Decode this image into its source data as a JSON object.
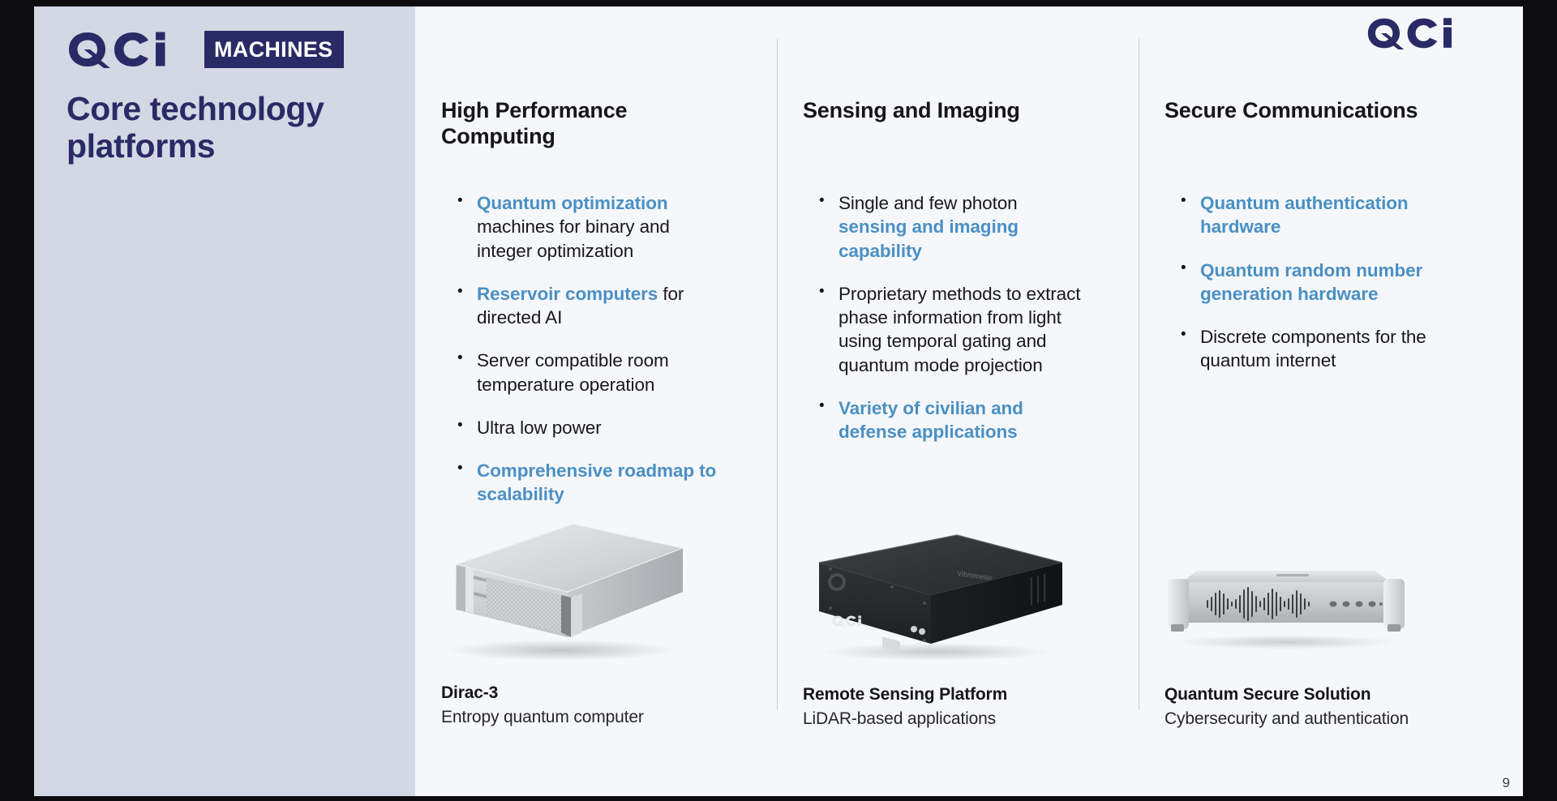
{
  "brand": {
    "logo_mark": "qci-logo",
    "machines_label": "MACHINES",
    "corner_logo": "qci-logo",
    "navy": "#2a2a66",
    "accent_blue": "#4a90c4",
    "panel_bg": "#d3d8e4",
    "slide_bg": "#f6f7fa"
  },
  "panel": {
    "title": "Core technology platforms"
  },
  "page_number": "9",
  "columns": [
    {
      "heading": "High Performance Computing",
      "bullets": [
        {
          "segments": [
            {
              "text": "Quantum optimization",
              "style": "highlight"
            },
            {
              "text": " machines for binary and integer optimization",
              "style": "normal"
            }
          ]
        },
        {
          "segments": [
            {
              "text": "Reservoir computers",
              "style": "highlight"
            },
            {
              "text": " for directed AI",
              "style": "normal"
            }
          ]
        },
        {
          "segments": [
            {
              "text": "Server compatible room temperature operation",
              "style": "normal"
            }
          ]
        },
        {
          "segments": [
            {
              "text": "Ultra low power",
              "style": "normal"
            }
          ]
        },
        {
          "segments": [
            {
              "text": "Comprehensive roadmap to scalability",
              "style": "highlight"
            }
          ]
        }
      ],
      "product": {
        "image": "dirac-3-server-chassis",
        "title": "Dirac-3",
        "subtitle": "Entropy quantum computer"
      }
    },
    {
      "heading": "Sensing and Imaging",
      "bullets": [
        {
          "segments": [
            {
              "text": "Single and few photon ",
              "style": "normal"
            },
            {
              "text": "sensing and imaging capability",
              "style": "highlight"
            }
          ]
        },
        {
          "segments": [
            {
              "text": "Proprietary methods to extract phase information from light using temporal gating and quantum mode projection",
              "style": "normal"
            }
          ]
        },
        {
          "segments": [
            {
              "text": "Variety of civilian and defense applications",
              "style": "highlight"
            }
          ]
        }
      ],
      "product": {
        "image": "remote-sensing-platform-black-box",
        "title": "Remote Sensing Platform",
        "subtitle": "LiDAR-based applications"
      }
    },
    {
      "heading": "Secure Communications",
      "bullets": [
        {
          "segments": [
            {
              "text": "Quantum authentication hardware",
              "style": "highlight"
            }
          ]
        },
        {
          "segments": [
            {
              "text": "Quantum random number generation hardware",
              "style": "highlight"
            }
          ]
        },
        {
          "segments": [
            {
              "text": "Discrete components for the quantum internet",
              "style": "normal"
            }
          ]
        }
      ],
      "product": {
        "image": "quantum-secure-solution-rack-unit",
        "title": "Quantum Secure Solution",
        "subtitle": "Cybersecurity and authentication"
      }
    }
  ]
}
